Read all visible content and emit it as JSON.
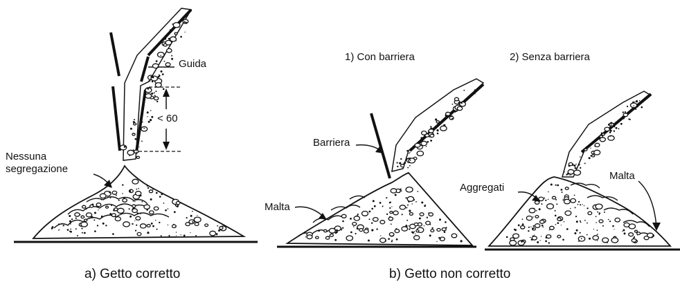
{
  "labels": {
    "guida": "Guida",
    "dist": "< 60",
    "nessuna_1": "Nessuna",
    "nessuna_2": "segregazione",
    "con_barriera": "1) Con barriera",
    "senza_barriera": "2) Senza barriera",
    "barriera": "Barriera",
    "aggregati": "Aggregati",
    "malta_left": "Malta",
    "malta_right": "Malta"
  },
  "captions": {
    "a": "a) Getto corretto",
    "b": "b) Getto non corretto"
  },
  "colors": {
    "ink": "#111111",
    "background": "#ffffff"
  }
}
